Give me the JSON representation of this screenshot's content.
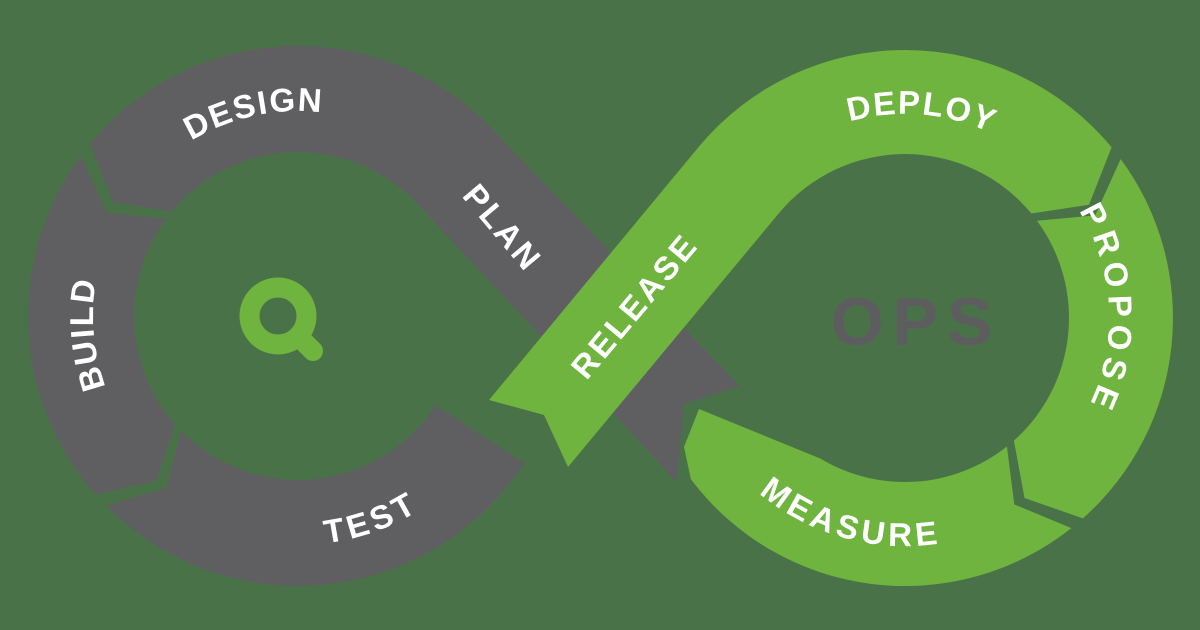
{
  "colors": {
    "background": "#4a7248",
    "dev_gray": "#5f5f61",
    "ops_green": "#6fb43e",
    "label_white": "#ffffff",
    "ops_text_gray": "#5d5d60"
  },
  "labels": {
    "design": "DESIGN",
    "plan": "PLAN",
    "build": "BUILD",
    "test": "TEST",
    "release": "RELEASE",
    "deploy": "DEPLOY",
    "propose": "PROPOSE",
    "measure": "MEASURE",
    "ops": "OPS"
  },
  "logo_letter": "Q"
}
